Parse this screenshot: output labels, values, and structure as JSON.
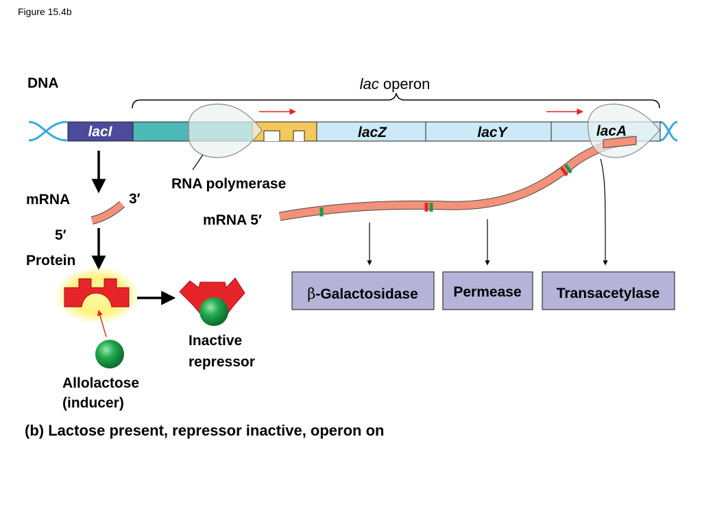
{
  "figure_label": "Figure 15.4b",
  "dna_label": "DNA",
  "operon_label": {
    "italic": "lac",
    "rest": " operon"
  },
  "genes": {
    "lacI": {
      "base": "lac",
      "suffix": "I"
    },
    "lacZ": "lacZ",
    "lacY": "lacY",
    "lacA": "lacA"
  },
  "rna_polymerase_label": "RNA polymerase",
  "mrna_left": {
    "label": "mRNA",
    "three_prime": "3′",
    "five_prime": "5′"
  },
  "mrna_right_label": "mRNA 5′",
  "protein_label": "Protein",
  "inactive_repressor_label": [
    "Inactive",
    "repressor"
  ],
  "inducer_label": [
    "Allolactose",
    "(inducer)"
  ],
  "enzymes": [
    {
      "symbol": "β",
      "rest": "-Galactosidase"
    },
    {
      "symbol": "",
      "rest": "Permease"
    },
    {
      "symbol": "",
      "rest": "Transacetylase"
    }
  ],
  "caption": "(b) Lactose present, repressor inactive, operon on",
  "colors": {
    "lacI": "#4b4a9c",
    "promoter": "#4cb8b8",
    "operator": "#f4c85a",
    "genes": "#cde9f7",
    "mrna": "#f4917a",
    "repressor": "#e8242b",
    "inducer": "#1a9a4a",
    "enzyme_box": "#b6b3d8",
    "transcription_arrow": "#e3262c",
    "helix": "#3aa9de"
  }
}
